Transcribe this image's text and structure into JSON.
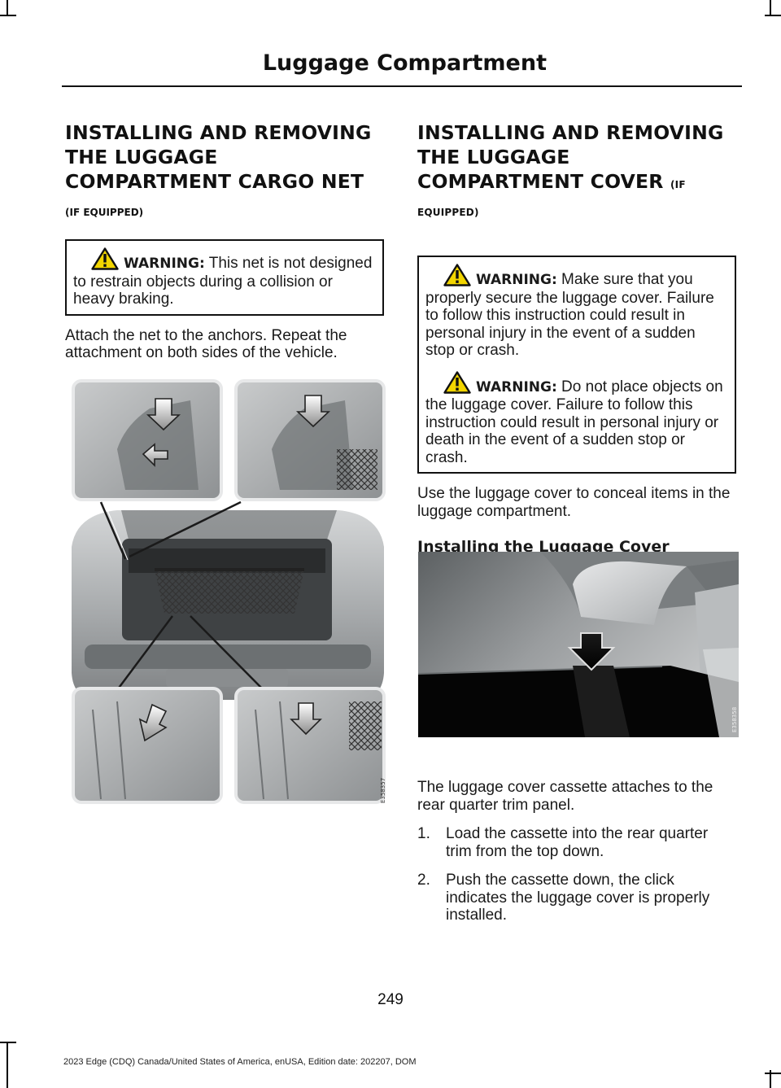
{
  "header": {
    "title": "Luggage Compartment"
  },
  "left": {
    "heading": "INSTALLING AND REMOVING THE LUGGAGE COMPARTMENT CARGO NET",
    "equipped": "(IF EQUIPPED)",
    "warning": {
      "label": "WARNING:",
      "text": " This net is not designed to restrain objects during a collision or heavy braking."
    },
    "body": "Attach the net to the anchors. Repeat the attachment on both sides of the vehicle.",
    "figure_code": "E358357"
  },
  "right": {
    "heading": "INSTALLING AND REMOVING THE LUGGAGE COMPARTMENT COVER",
    "heading_suffix": "(IF EQUIPPED)",
    "warnings": [
      {
        "label": "WARNING:",
        "text": " Make sure that you properly secure the luggage cover. Failure to follow this instruction could result in personal injury in the event of a sudden stop or crash."
      },
      {
        "label": "WARNING:",
        "text": " Do not place objects on the luggage cover. Failure to follow this instruction could result in personal injury or death in the event of a sudden stop or crash."
      }
    ],
    "body1": "Use the luggage cover to conceal items in the luggage compartment.",
    "subheading": "Installing the Luggage Cover",
    "figure_code": "E358358",
    "body2": "The luggage cover cassette attaches to the rear quarter trim panel.",
    "steps": [
      {
        "num": "1.",
        "text": "Load the cassette into the rear quarter trim from the top down."
      },
      {
        "num": "2.",
        "text": "Push the cassette down, the click indicates the luggage cover is properly installed."
      }
    ]
  },
  "page_number": "249",
  "footer": "2023 Edge (CDQ) Canada/United States of America, enUSA, Edition date: 202207, DOM",
  "icons": [
    "warning-triangle-icon",
    "down-arrow-icon"
  ]
}
